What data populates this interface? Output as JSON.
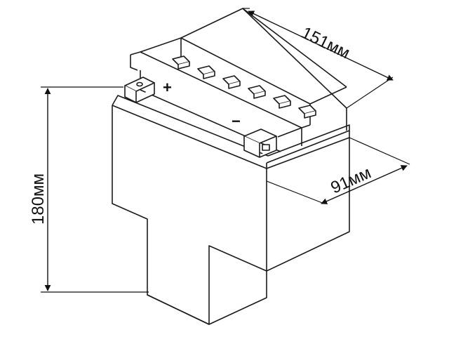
{
  "dimensions": {
    "length": "151мм",
    "width": "91мм",
    "height": "180мм"
  },
  "terminals": {
    "positive_sign": "+",
    "negative_sign": "−"
  },
  "colors": {
    "line": "#1a1a1a",
    "dim_line": "#111111",
    "background": "#ffffff"
  }
}
